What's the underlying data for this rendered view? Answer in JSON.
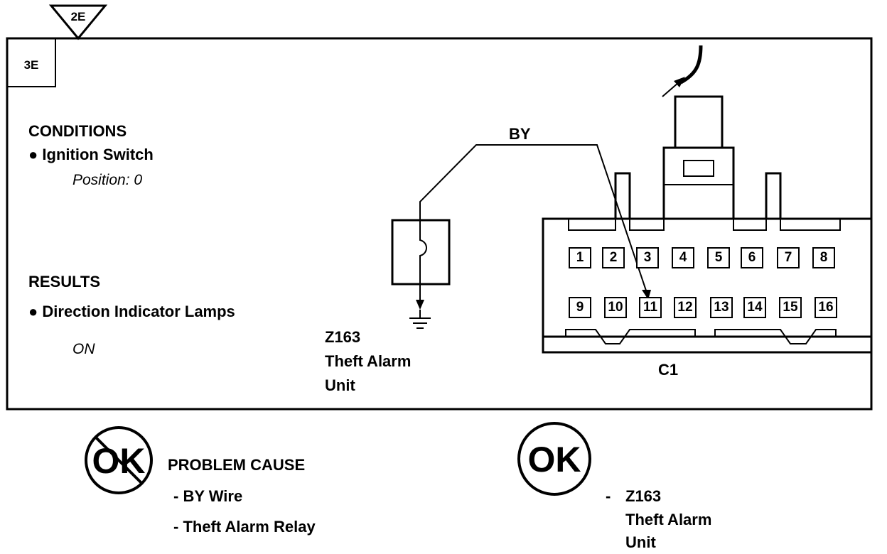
{
  "page_ref": "2E",
  "step_id": "3E",
  "conditions": {
    "heading": "CONDITIONS",
    "item": "Ignition Switch",
    "value": "Position: 0"
  },
  "results": {
    "heading": "RESULTS",
    "item": "Direction Indicator Lamps",
    "value": "ON"
  },
  "wire_label": "BY",
  "unit": {
    "code": "Z163",
    "line1": "Theft Alarm",
    "line2": "Unit"
  },
  "connector": {
    "label": "C1",
    "pins_row1": [
      "1",
      "2",
      "3",
      "4",
      "5",
      "6",
      "7",
      "8"
    ],
    "pins_row2": [
      "9",
      "10",
      "11",
      "12",
      "13",
      "14",
      "15",
      "16"
    ],
    "probe_pin": "11"
  },
  "not_ok": {
    "symbol": "OK",
    "heading": "PROBLEM CAUSE",
    "causes": [
      "- BY Wire",
      "- Theft Alarm Relay"
    ]
  },
  "ok": {
    "symbol": "OK",
    "dash": "-",
    "code": "Z163",
    "line1": "Theft Alarm",
    "line2": "Unit"
  },
  "colors": {
    "ink": "#000000",
    "paper": "#ffffff"
  }
}
